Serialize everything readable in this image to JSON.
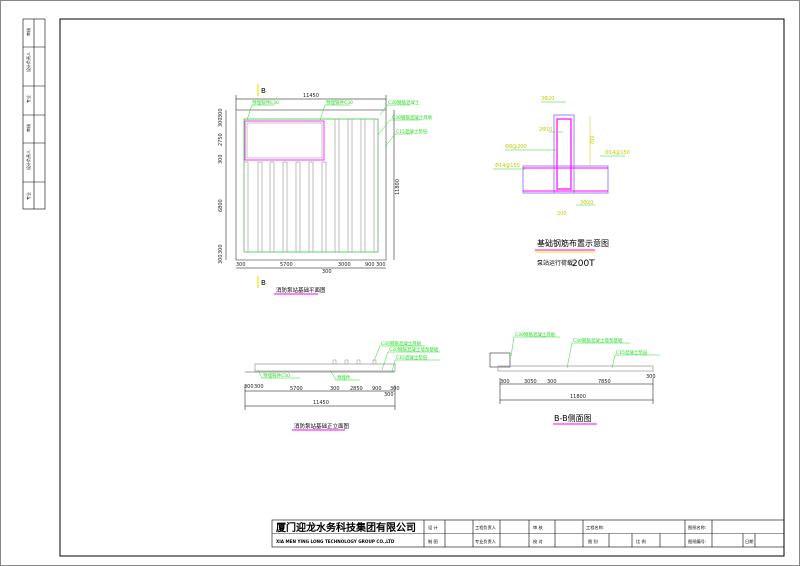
{
  "sheet": {
    "company_cn": "厦门迎龙水务科技集团有限公司",
    "company_en": "XIA MEN YING LONG TECHNOLOGY GROUP CO.,LTD",
    "title_block": {
      "design": "设 计",
      "drawing": "制 图",
      "project_lead": "工程负责人",
      "discipline_lead": "专业负责人",
      "review": "审 核",
      "check": "校 对",
      "project_name": "工程名称:",
      "category": "图 别",
      "scale": "比 例",
      "drawing_name": "图纸名称:",
      "drawing_no": "图纸编号:",
      "date": "日期"
    },
    "side_strip": [
      "审核",
      "设计负责人",
      "专业",
      "审核",
      "设计负责人",
      "专业"
    ]
  },
  "colors": {
    "outline": "#000000",
    "concrete": "#a0a0a0",
    "green": "#22dd22",
    "magenta": "#ff00ff",
    "yellow": "#e8e800"
  },
  "plan": {
    "title": "消防泵站基础平面图",
    "section_mark": "B",
    "overall_width": "11450",
    "overall_height": "11800",
    "dims_bottom": [
      "300",
      "5700",
      "300",
      "3000",
      "900",
      "300"
    ],
    "dims_left": [
      "300",
      "300",
      "2750",
      "300",
      "6800",
      "300",
      "300"
    ],
    "labels": [
      "C30钢筋混凝土",
      "C30钢筋混凝土底板",
      "C15混凝土垫层",
      "预埋铁件C30",
      "预埋铁件C30"
    ]
  },
  "rebar": {
    "title": "基础钢筋布置示意图",
    "load_label": "泵站运行荷载:",
    "load_value": "200T",
    "labels": [
      "3Φ20",
      "2Φ10",
      "Φ8@200",
      "Φ14@150",
      "Φ14@150",
      "3Φ20",
      "200",
      "700"
    ]
  },
  "front": {
    "title": "消防泵站基础正立面图",
    "overall": "11450",
    "dims": [
      "300",
      "300",
      "5700",
      "300",
      "2850",
      "900",
      "300",
      "300"
    ],
    "labels": [
      "C30钢筋混凝土底板",
      "C30钢筋混凝土墙泵基础",
      "C15混凝土垫层",
      "预埋铁件C30",
      "预埋件"
    ]
  },
  "side": {
    "title": "B-B侧面图",
    "overall": "11800",
    "dims": [
      "300",
      "3050",
      "300",
      "7850",
      "300"
    ],
    "labels": [
      "C30钢筋混凝土底板",
      "C30钢筋混凝土墙泵基础",
      "C15混凝土垫层"
    ]
  }
}
